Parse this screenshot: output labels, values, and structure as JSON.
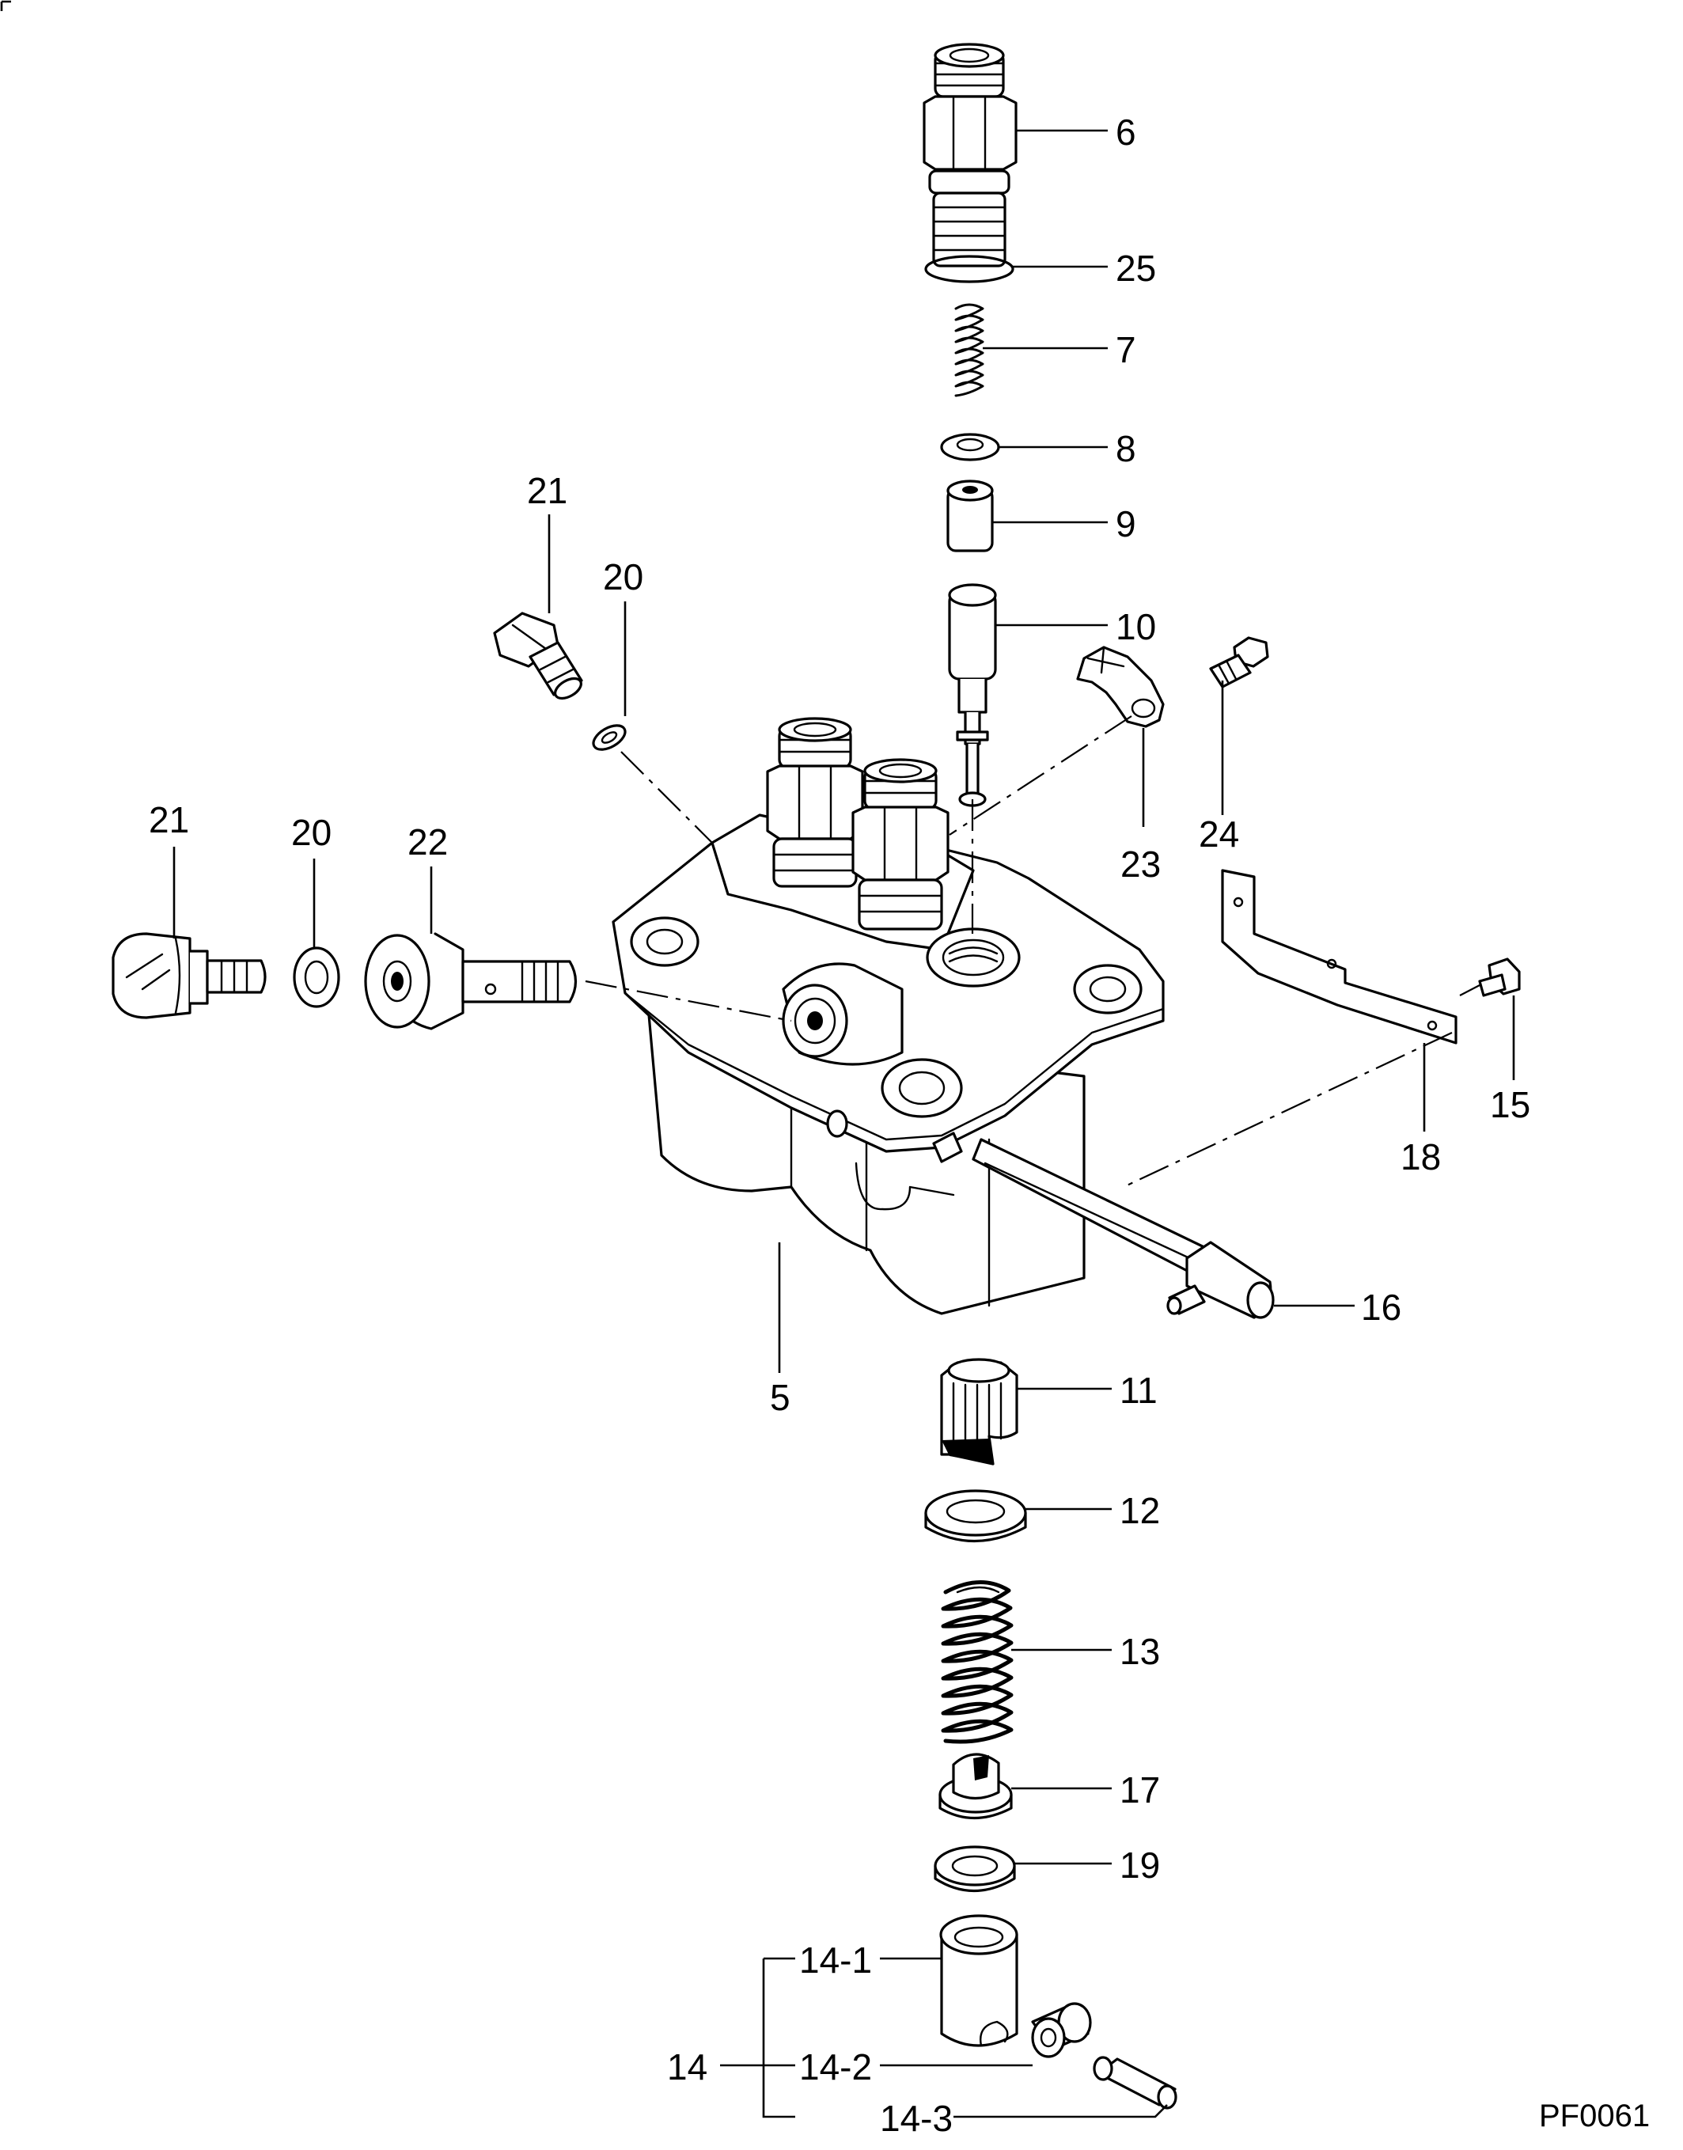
{
  "figure_code": "PF0061",
  "callouts": [
    {
      "id": "c6",
      "label": "6"
    },
    {
      "id": "c25",
      "label": "25"
    },
    {
      "id": "c7",
      "label": "7"
    },
    {
      "id": "c8",
      "label": "8"
    },
    {
      "id": "c9",
      "label": "9"
    },
    {
      "id": "c10",
      "label": "10"
    },
    {
      "id": "c21a",
      "label": "21"
    },
    {
      "id": "c20a",
      "label": "20"
    },
    {
      "id": "c24",
      "label": "24"
    },
    {
      "id": "c23",
      "label": "23"
    },
    {
      "id": "c21b",
      "label": "21"
    },
    {
      "id": "c20b",
      "label": "20"
    },
    {
      "id": "c22",
      "label": "22"
    },
    {
      "id": "c15",
      "label": "15"
    },
    {
      "id": "c18",
      "label": "18"
    },
    {
      "id": "c16",
      "label": "16"
    },
    {
      "id": "c5",
      "label": "5"
    },
    {
      "id": "c11",
      "label": "11"
    },
    {
      "id": "c12",
      "label": "12"
    },
    {
      "id": "c13",
      "label": "13"
    },
    {
      "id": "c17",
      "label": "17"
    },
    {
      "id": "c19",
      "label": "19"
    },
    {
      "id": "c14_1",
      "label": "14-1"
    },
    {
      "id": "c14",
      "label": "14"
    },
    {
      "id": "c14_2",
      "label": "14-2"
    },
    {
      "id": "c14_3",
      "label": "14-3"
    }
  ]
}
